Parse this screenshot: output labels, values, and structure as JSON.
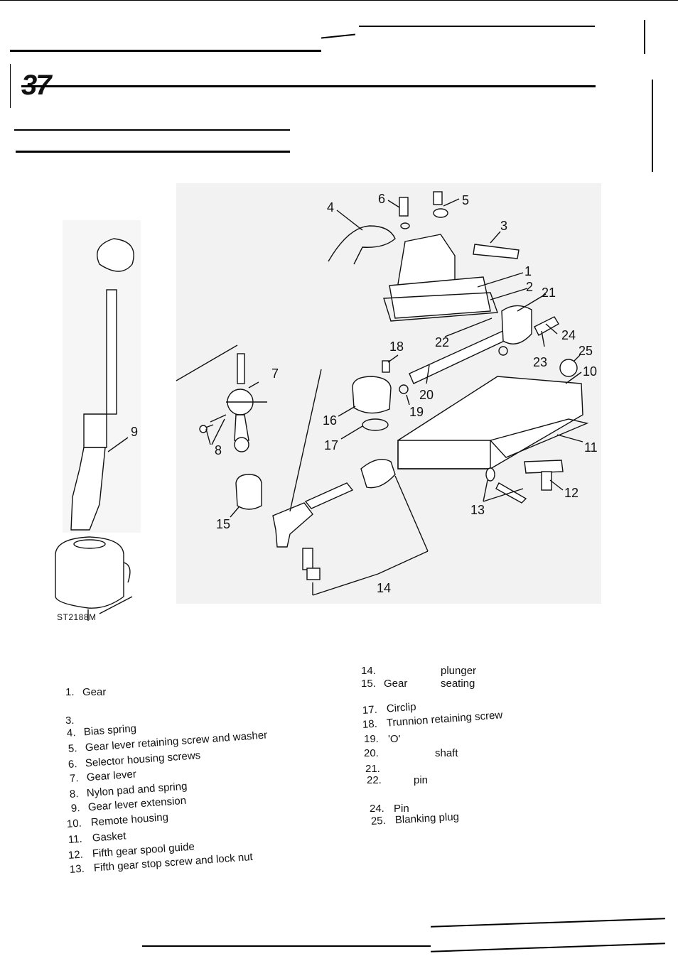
{
  "section_number": "37",
  "figure_code": "ST2188M",
  "callouts": [
    "1",
    "2",
    "3",
    "4",
    "5",
    "6",
    "7",
    "8",
    "9",
    "10",
    "11",
    "12",
    "13",
    "14",
    "15",
    "16",
    "17",
    "18",
    "19",
    "20",
    "21",
    "22",
    "23",
    "24",
    "25"
  ],
  "legend_left": [
    {
      "num": "1.",
      "text": "Gear"
    },
    {
      "num": "3.",
      "text": ""
    },
    {
      "num": "4.",
      "text": "Bias spring"
    },
    {
      "num": "5.",
      "text": "Gear lever retaining screw and washer"
    },
    {
      "num": "6.",
      "text": "Selector housing screws"
    },
    {
      "num": "7.",
      "text": "Gear lever"
    },
    {
      "num": "8.",
      "text": "Nylon pad and spring"
    },
    {
      "num": "9.",
      "text": "Gear lever extension"
    },
    {
      "num": "10.",
      "text": "Remote housing"
    },
    {
      "num": "11.",
      "text": "Gasket"
    },
    {
      "num": "12.",
      "text": "Fifth gear spool guide"
    },
    {
      "num": "13.",
      "text": "Fifth gear stop screw and lock nut"
    }
  ],
  "legend_right": [
    {
      "num": "14.",
      "text": "plunger"
    },
    {
      "num": "15.",
      "text": "Gear",
      "text2": "seating"
    },
    {
      "num": "17.",
      "text": "Circlip"
    },
    {
      "num": "18.",
      "text": "Trunnion retaining screw"
    },
    {
      "num": "19.",
      "text": "'O'"
    },
    {
      "num": "20.",
      "text": "shaft"
    },
    {
      "num": "21.",
      "text": ""
    },
    {
      "num": "22.",
      "text": "pin"
    },
    {
      "num": "24.",
      "text": "Pin"
    },
    {
      "num": "25.",
      "text": "Blanking plug"
    }
  ]
}
